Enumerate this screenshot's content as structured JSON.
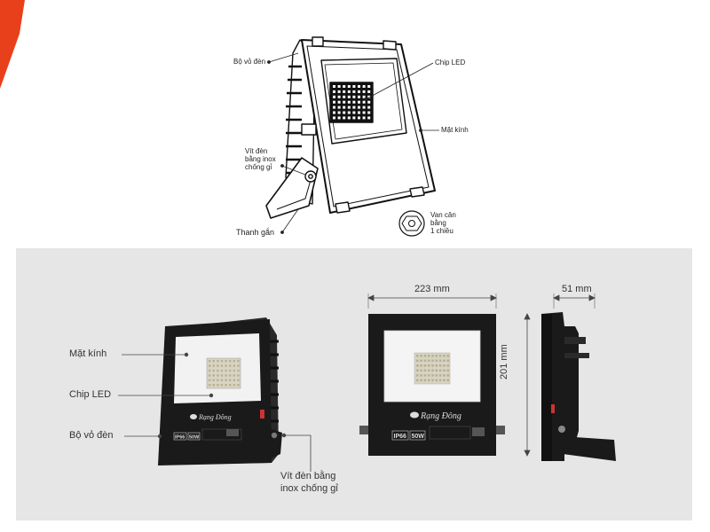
{
  "top_diagram": {
    "labels": {
      "housing": "Bộ vỏ đèn",
      "chip_led": "Chip LED",
      "glass": "Mặt kính",
      "screw_line1": "Vít đèn",
      "screw_line2": "bằng inox",
      "screw_line3": "chống gỉ",
      "bracket": "Thanh gắn",
      "valve_line1": "Van cân",
      "valve_line2": "bằng",
      "valve_line3": "1 chiều"
    }
  },
  "bottom_panel": {
    "labels": {
      "glass": "Mặt kính",
      "chip_led": "Chip LED",
      "housing": "Bộ vỏ đèn",
      "screw_line1": "Vít đèn bằng",
      "screw_line2": "inox chống gỉ"
    },
    "dimensions": {
      "width": "223 mm",
      "height": "201 mm",
      "depth": "51 mm"
    },
    "product_markings": {
      "brand": "Rạng Đông",
      "ip_rating": "IP66",
      "power": "50W"
    }
  },
  "colors": {
    "accent_red": "#e8401a",
    "panel_bg": "#e6e6e6",
    "housing_black": "#1a1a1a",
    "glass_white": "#f2f2f2"
  }
}
